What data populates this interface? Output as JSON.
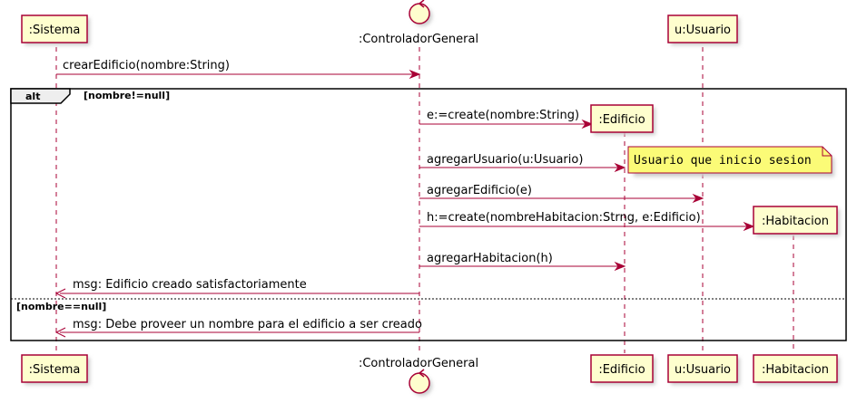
{
  "participants": {
    "sistema": ":Sistema",
    "controlador": ":ControladorGeneral",
    "edificio": ":Edificio",
    "usuario": "u:Usuario",
    "habitacion": ":Habitacion"
  },
  "fragment": {
    "operator": "alt",
    "guard1": "[nombre!=null]",
    "guard2": "[nombre==null]"
  },
  "messages": {
    "m1": "crearEdificio(nombre:String)",
    "m2": "e:=create(nombre:String)",
    "m3": "agregarUsuario(u:Usuario)",
    "m4": "agregarEdificio(e)",
    "m5": "h:=create(nombreHabitacion:Strng, e:Edificio)",
    "m6": "agregarHabitacion(h)",
    "m7": "msg: Edificio creado satisfactoriamente",
    "m8": "msg: Debe proveer un nombre para el edificio a ser creado"
  },
  "note": "Usuario que inicio sesion",
  "colors": {
    "border": "#A80036",
    "fill": "#FEFECE",
    "note_fill": "#FBFB77"
  }
}
